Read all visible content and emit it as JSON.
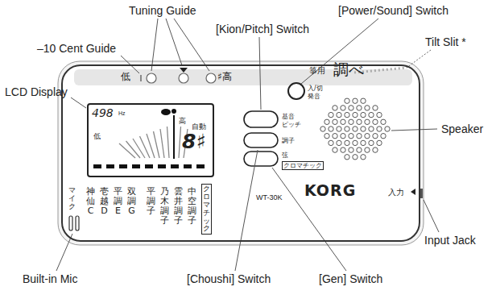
{
  "diagram": {
    "nodes": [
      {
        "text": [
          "低",
          "♯高",
          "箏用",
          "調べ",
          "入/切",
          "発音",
          "基音",
          "ピッチ",
          "調子",
          "弦",
          "マイク",
          "神仙C",
          "壱越D",
          "平調E",
          "双調G",
          "平調子",
          "乃木調子",
          "雲井調子",
          "中空調子",
          "WT-30K",
          "KORG",
          "入力"
        ]
      },
      {
        "text": [
          "498",
          "Hz",
          "低",
          "高",
          "自動",
          "8♯"
        ],
        "in": 0
      },
      {
        "text": [
          "クロマチック"
        ],
        "in": 0
      },
      {
        "text": [
          "クロマチック"
        ],
        "in": 0
      }
    ],
    "labels": [
      "Tuning Guide",
      "[Power/Sound] Switch",
      "[Kion/Pitch] Switch",
      "–10 Cent Guide",
      "Tilt Slit *",
      "LCD Display",
      "Speaker",
      "Input Jack",
      "Built-in Mic",
      "[Choushi] Switch",
      "[Gen] Switch"
    ]
  }
}
